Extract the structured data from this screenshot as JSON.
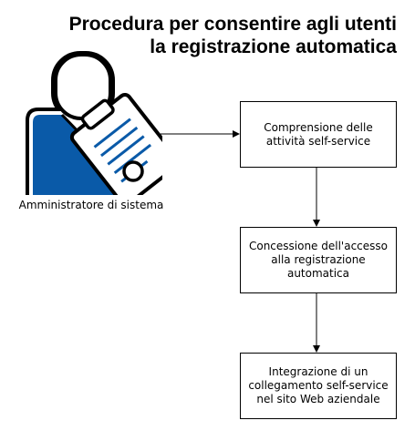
{
  "title": {
    "line1": "Procedura per consentire agli utenti",
    "line2": "la registrazione automatica"
  },
  "actor": {
    "label": "Amministratore di sistema",
    "icon": "administrator-with-clipboard-icon"
  },
  "steps": [
    {
      "lines": [
        "Comprensione delle",
        "attività self-service"
      ]
    },
    {
      "lines": [
        "Concessione dell'accesso",
        "alla registrazione",
        "automatica"
      ]
    },
    {
      "lines": [
        "Integrazione di un",
        "collegamento self-service",
        "nel sito Web aziendale"
      ]
    }
  ],
  "colors": {
    "accent": "#0a5aa8",
    "outline": "#000000"
  }
}
